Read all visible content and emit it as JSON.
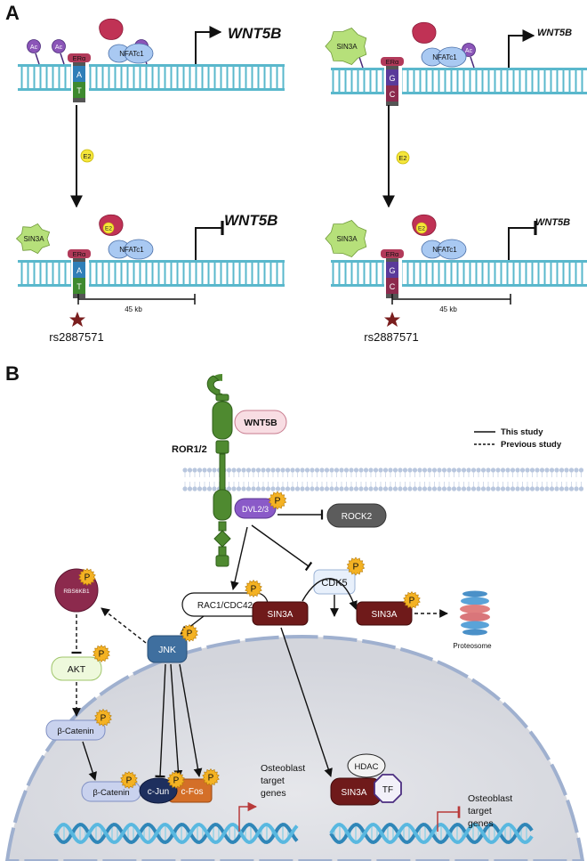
{
  "panel_a": {
    "label": "A",
    "gene": "WNT5B",
    "e2": "E2",
    "ac": "Ac",
    "nfatc1": "NFATc1",
    "sin3a": "SIN3A",
    "era": "ERα",
    "distance": "45 kb",
    "snp": "rs2887571",
    "left_bases": [
      "A",
      "T"
    ],
    "right_bases": [
      "G",
      "C"
    ]
  },
  "panel_b": {
    "label": "B",
    "ligand": "WNT5B",
    "receptor": "ROR1/2",
    "legend": {
      "solid": "This study",
      "dashed": "Previous study"
    },
    "p": "P",
    "dvl": "DVL2/3",
    "rock2": "ROCK2",
    "cdk5": "CDK5",
    "rac": "RAC1/CDC42",
    "rps6kb1": "RBS6KB1",
    "jnk": "JNK",
    "akt": "AKT",
    "bcat": "β-Catenin",
    "sin3a": "SIN3A",
    "proteosome": "Proteosome",
    "cjun": "c-Jun",
    "cfos": "c-Fos",
    "hdac": "HDAC",
    "tf": "TF",
    "target": [
      "Osteoblast",
      "target",
      "genes"
    ]
  },
  "colors": {
    "dna": "#5ab8cc",
    "nfat": "#a9c9f2",
    "ac": "#8b55b8",
    "sin3a_green": "#b6e07a",
    "erbg": "#b23a5a",
    "membrane": "#b9c7de",
    "receptor": "#4f8a30",
    "dvl": "#8a5ac8",
    "jnk": "#3f6f9f",
    "sin3a_dark": "#6f1a1a",
    "nucleus": "#dcdde2",
    "p_badge": "#f4b223",
    "target_arrow": "#b83a3a"
  }
}
